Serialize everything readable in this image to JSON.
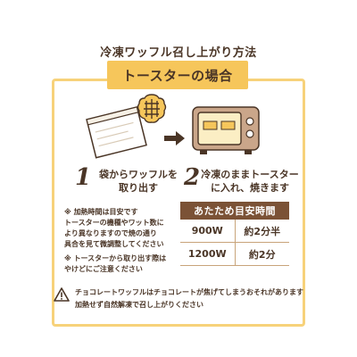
{
  "header": {
    "title": "冷凍ワッフル召し上がり方法"
  },
  "banner": {
    "label": "トースターの場合"
  },
  "steps": [
    {
      "number": "1",
      "line1": "袋からワッフルを",
      "line2": "取り出す"
    },
    {
      "number": "2",
      "line1": "冷凍のままトースター",
      "line2": "に入れ、焼きます"
    }
  ],
  "notes": [
    {
      "lines": [
        "※ 加熱時間は目安です",
        "トースターの機種やワット数に",
        "より異なりますので焼の通り",
        "具合を見て微調整してください"
      ]
    },
    {
      "lines": [
        "※ トースターから取り出す際は",
        "やけどにご注意ください"
      ]
    }
  ],
  "heat_table": {
    "header": "あたため目安時間",
    "rows": [
      {
        "watt": "900W",
        "time": "約2分半"
      },
      {
        "watt": "1200W",
        "time": "約2分"
      }
    ]
  },
  "warning": {
    "line1": "チョコレートワッフルはチョコレートが焦げてしまうおそれがあります",
    "line2": "加熱せず自然解凍で召し上がりください"
  },
  "colors": {
    "accent": "#f6c65b",
    "frame": "#f7d27a",
    "brown": "#7b5236",
    "text": "#4a3526"
  }
}
